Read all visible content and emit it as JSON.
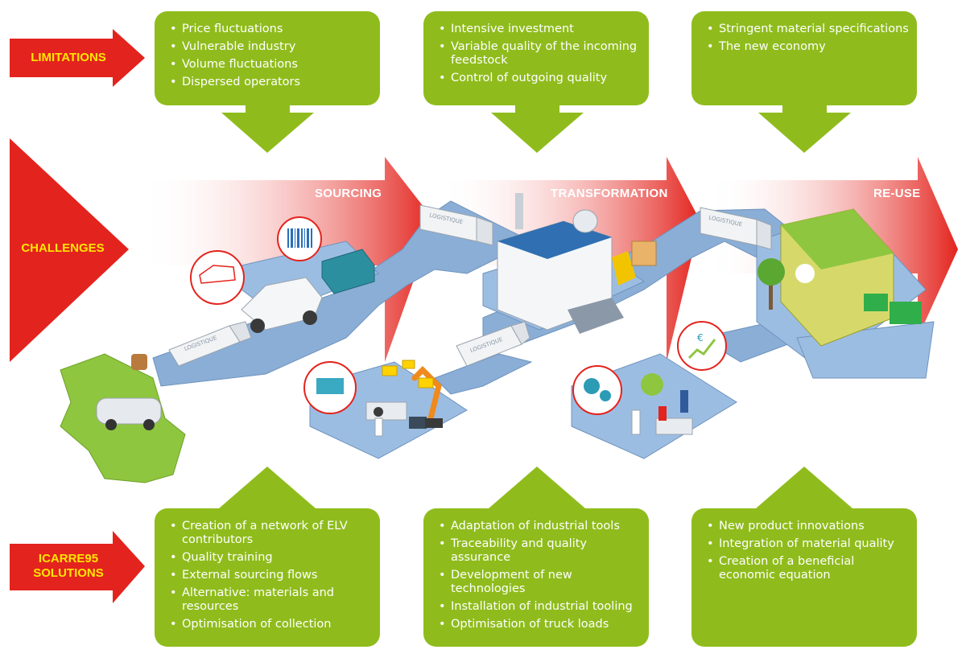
{
  "rows": {
    "limitations": "LIMITATIONS",
    "challenges": "CHALLENGES",
    "solutions_line1": "ICARRE95",
    "solutions_line2": "SOLUTIONS"
  },
  "stages": {
    "sourcing": "SOURCING",
    "transformation": "TRANSFORMATION",
    "reuse": "RE-USE"
  },
  "limitations": [
    [
      "Price fluctuations",
      "Vulnerable industry",
      "Volume fluctuations",
      "Dispersed operators"
    ],
    [
      "Intensive investment",
      "Variable quality of the incoming feedstock",
      "Control of outgoing quality"
    ],
    [
      "Stringent material specifications",
      "The new economy"
    ]
  ],
  "solutions": [
    [
      "Creation of a network of ELV contributors",
      "Quality training",
      "External sourcing flows",
      "Alternative: materials and resources",
      "Optimisation of collection"
    ],
    [
      "Adaptation of industrial tools",
      "Traceability and quality assurance",
      "Development of new technologies",
      "Installation of industrial tooling",
      "Optimisation of truck loads"
    ],
    [
      "New product innovations",
      "Integration of material quality",
      "Creation of a beneficial economic equation"
    ]
  ],
  "truck_label": "LOGISTIQUE",
  "colors": {
    "red": "#e3231d",
    "green": "#8fbc1c",
    "road": "#8aaed6",
    "yellow": "#ffe600"
  }
}
